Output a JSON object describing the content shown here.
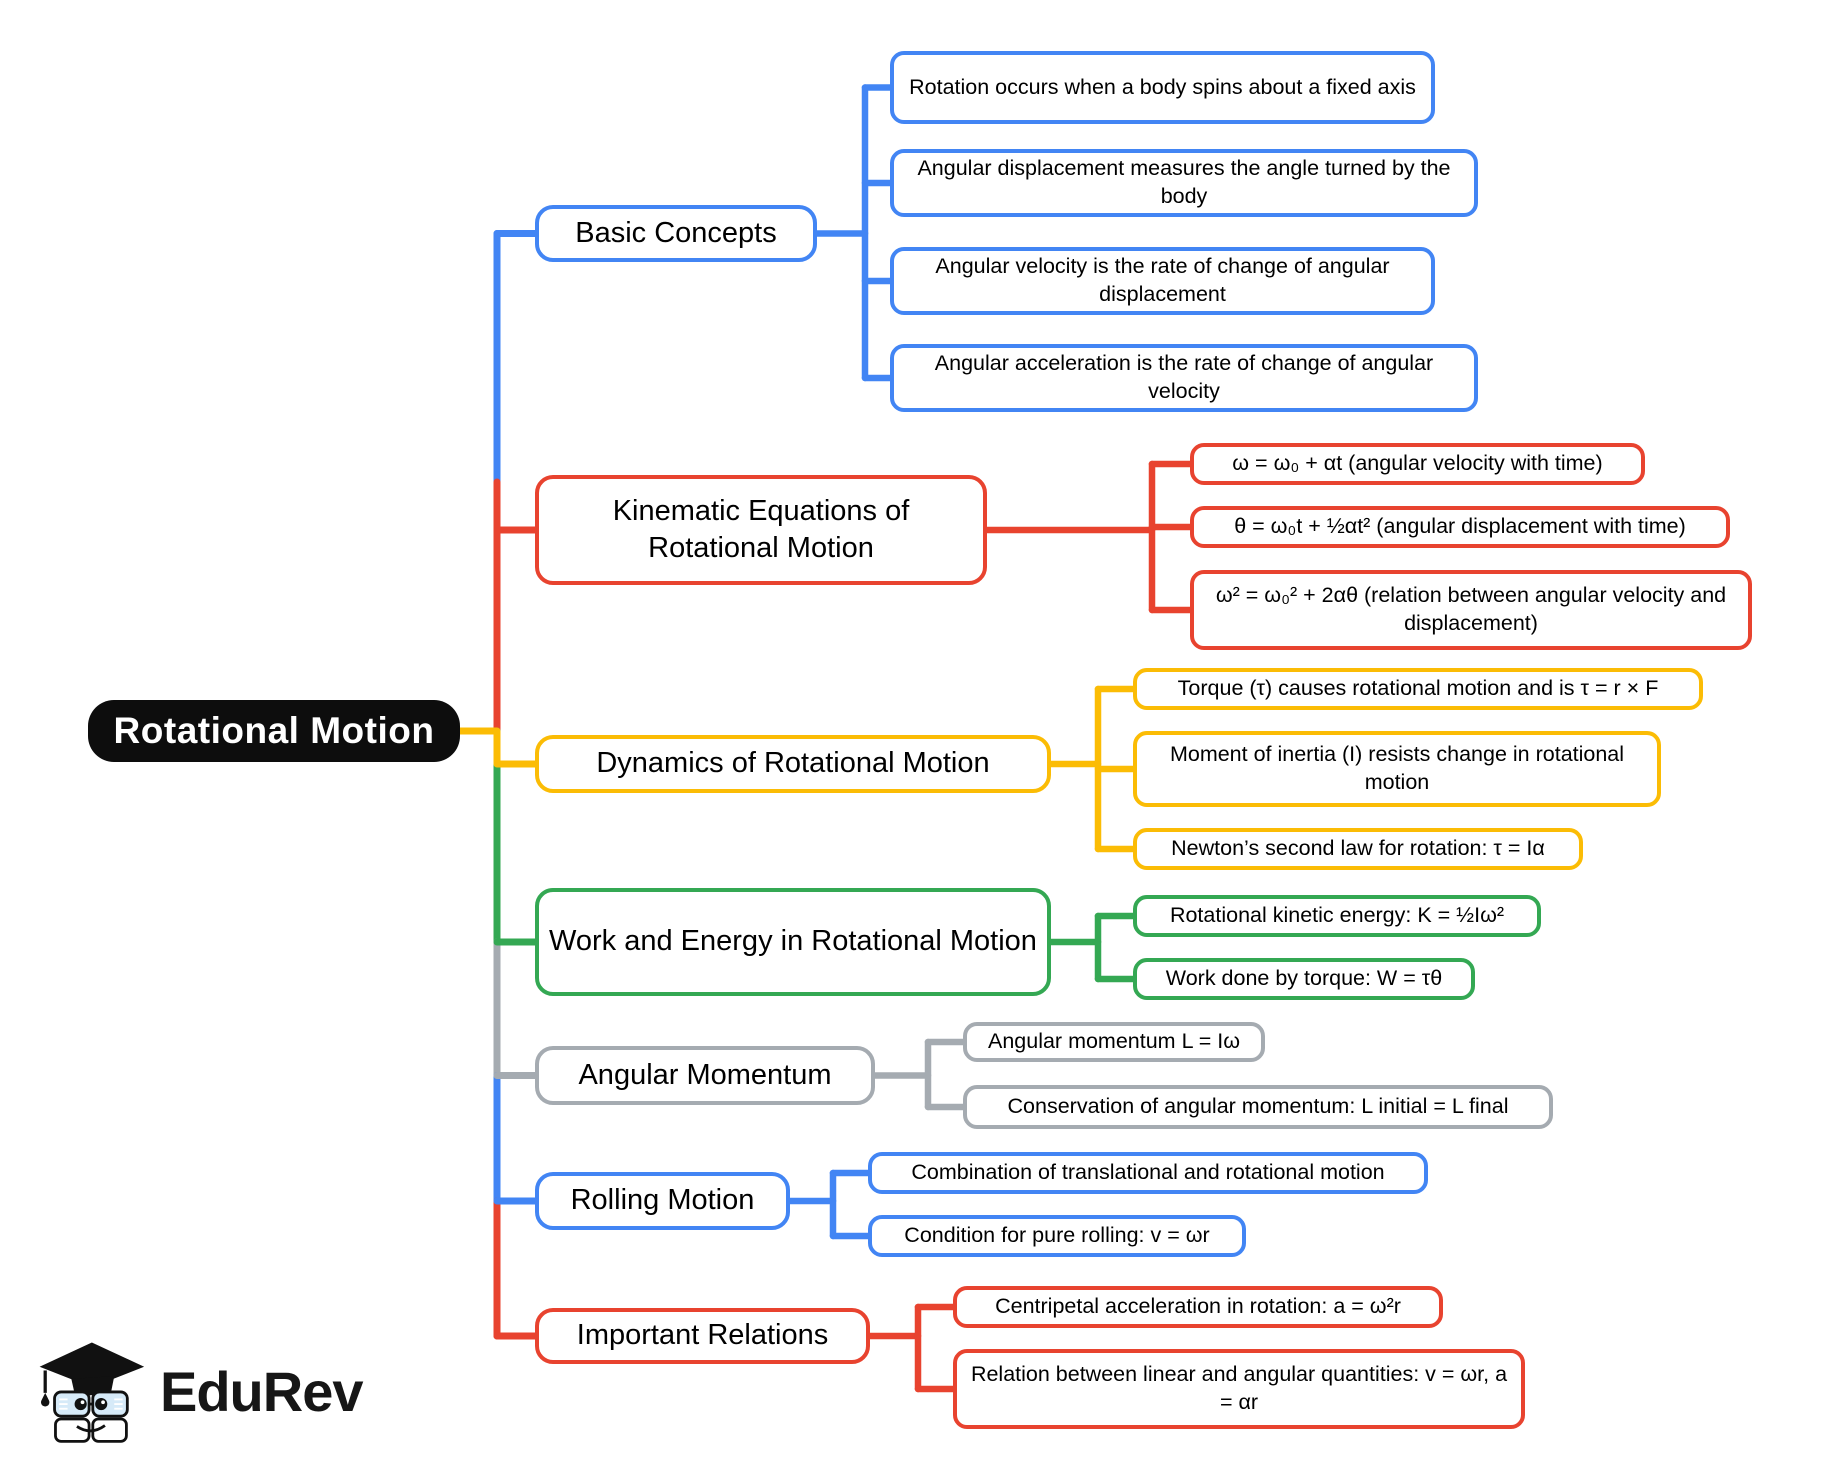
{
  "root": {
    "label": "Rotational Motion",
    "bg": "#0d0d0d",
    "text_color": "#ffffff"
  },
  "branches": [
    {
      "label": "Basic Concepts",
      "color": "#4285f4",
      "children": [
        "Rotation occurs when a body spins about a fixed axis",
        "Angular displacement measures the angle turned by the body",
        "Angular velocity is the rate of change of angular displacement",
        "Angular acceleration is the rate of change of angular velocity"
      ]
    },
    {
      "label": "Kinematic Equations of Rotational Motion",
      "color": "#e8432f",
      "children": [
        "ω = ω₀ + αt (angular velocity with time)",
        "θ = ω₀t + ½αt² (angular displacement with time)",
        "ω² = ω₀² + 2αθ (relation between angular velocity and displacement)"
      ]
    },
    {
      "label": "Dynamics of Rotational Motion",
      "color": "#fbbc05",
      "children": [
        "Torque (τ) causes rotational motion and is τ = r × F",
        "Moment of inertia (I) resists change in rotational motion",
        "Newton’s second law for rotation: τ = Iα"
      ]
    },
    {
      "label": "Work and Energy in Rotational Motion",
      "color": "#34a853",
      "children": [
        "Rotational kinetic energy: K = ½Iω²",
        "Work done by torque: W = τθ"
      ]
    },
    {
      "label": "Angular Momentum",
      "color": "#a5abb1",
      "children": [
        "Angular momentum L = Iω",
        "Conservation of angular momentum: L initial = L final"
      ]
    },
    {
      "label": "Rolling Motion",
      "color": "#4285f4",
      "children": [
        "Combination of translational and rotational motion",
        "Condition for pure rolling: v = ωr"
      ]
    },
    {
      "label": "Important Relations",
      "color": "#e8432f",
      "children": [
        "Centripetal acceleration in rotation: a = ω²r",
        "Relation between linear and angular quantities: v = ωr, a = αr"
      ]
    }
  ],
  "logo": {
    "label": "EduRev"
  }
}
